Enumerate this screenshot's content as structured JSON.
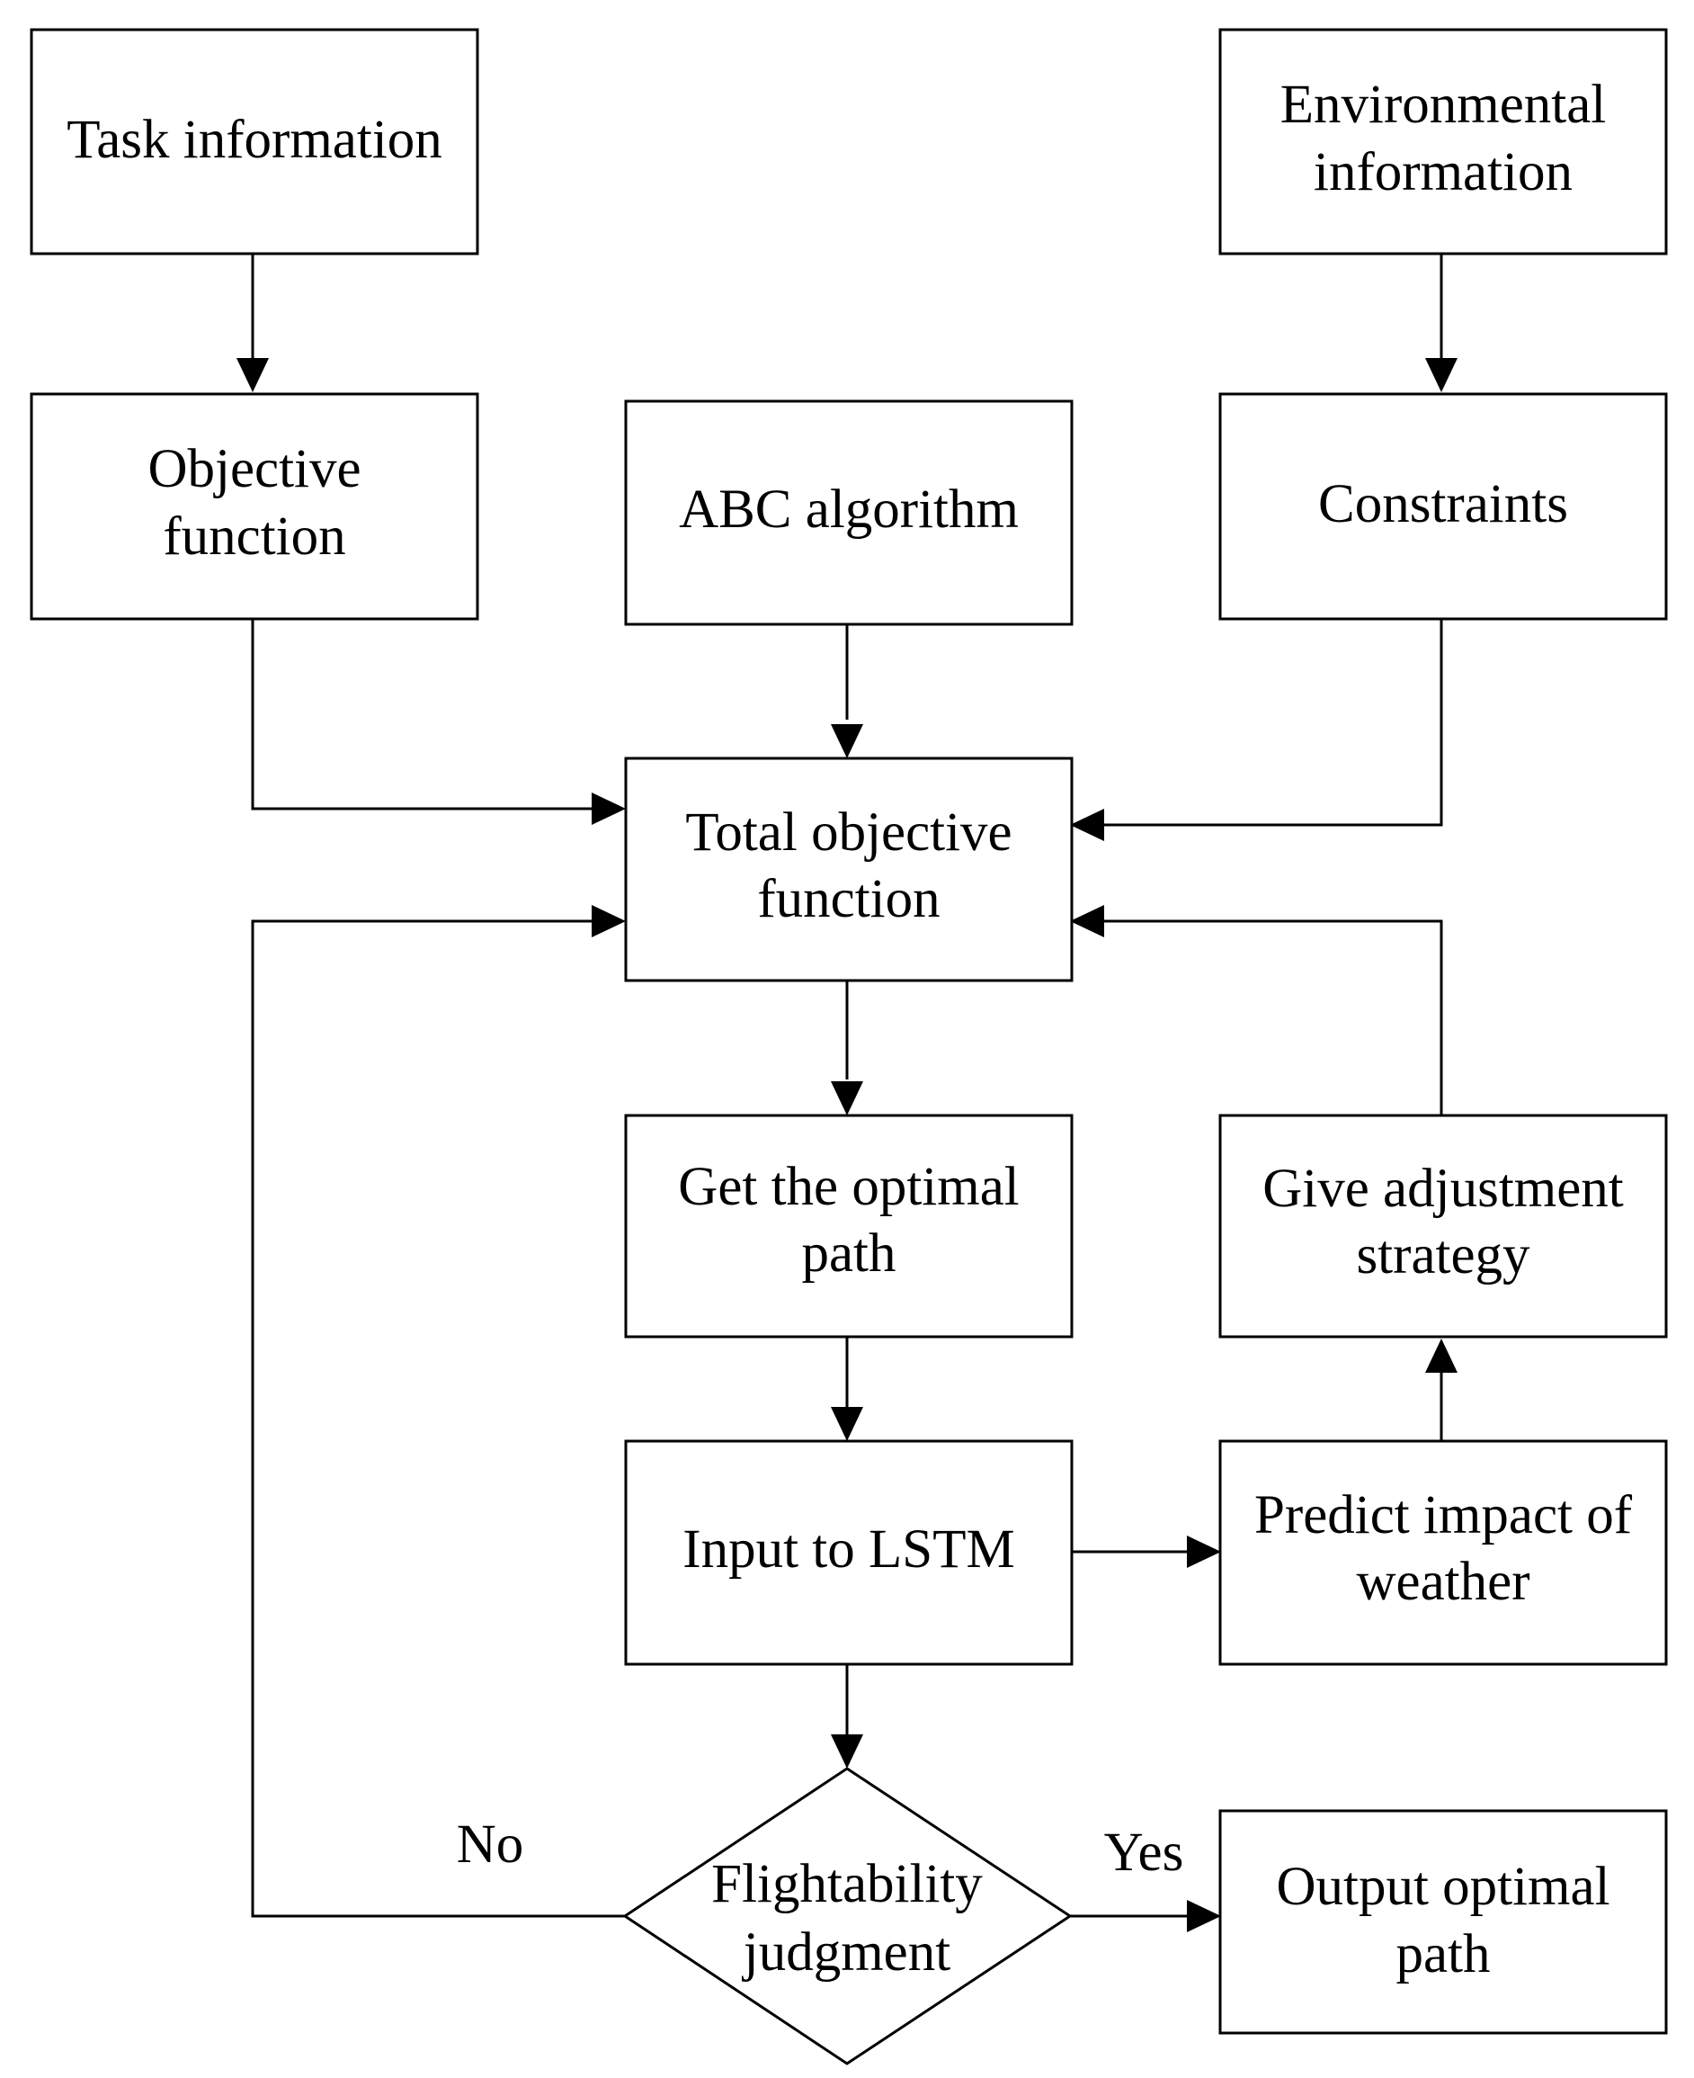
{
  "nodes": {
    "task_information": {
      "lines": [
        "Task information"
      ]
    },
    "environmental_information": {
      "lines": [
        "Environmental",
        "information"
      ]
    },
    "objective_function": {
      "lines": [
        "Objective",
        "function"
      ]
    },
    "abc_algorithm": {
      "lines": [
        "ABC algorithm"
      ]
    },
    "constraints": {
      "lines": [
        "Constraints"
      ]
    },
    "total_objective_function": {
      "lines": [
        "Total objective",
        "function"
      ]
    },
    "get_optimal_path": {
      "lines": [
        "Get the optimal",
        "path"
      ]
    },
    "give_adjustment_strategy": {
      "lines": [
        "Give adjustment",
        "strategy"
      ]
    },
    "input_to_lstm": {
      "lines": [
        "Input to LSTM"
      ]
    },
    "predict_impact_of_weather": {
      "lines": [
        "Predict impact of",
        "weather"
      ]
    },
    "flightability_judgment": {
      "lines": [
        "Flightability",
        "judgment"
      ]
    },
    "output_optimal_path": {
      "lines": [
        "Output optimal",
        "path"
      ]
    }
  },
  "edge_labels": {
    "no": "No",
    "yes": "Yes"
  }
}
